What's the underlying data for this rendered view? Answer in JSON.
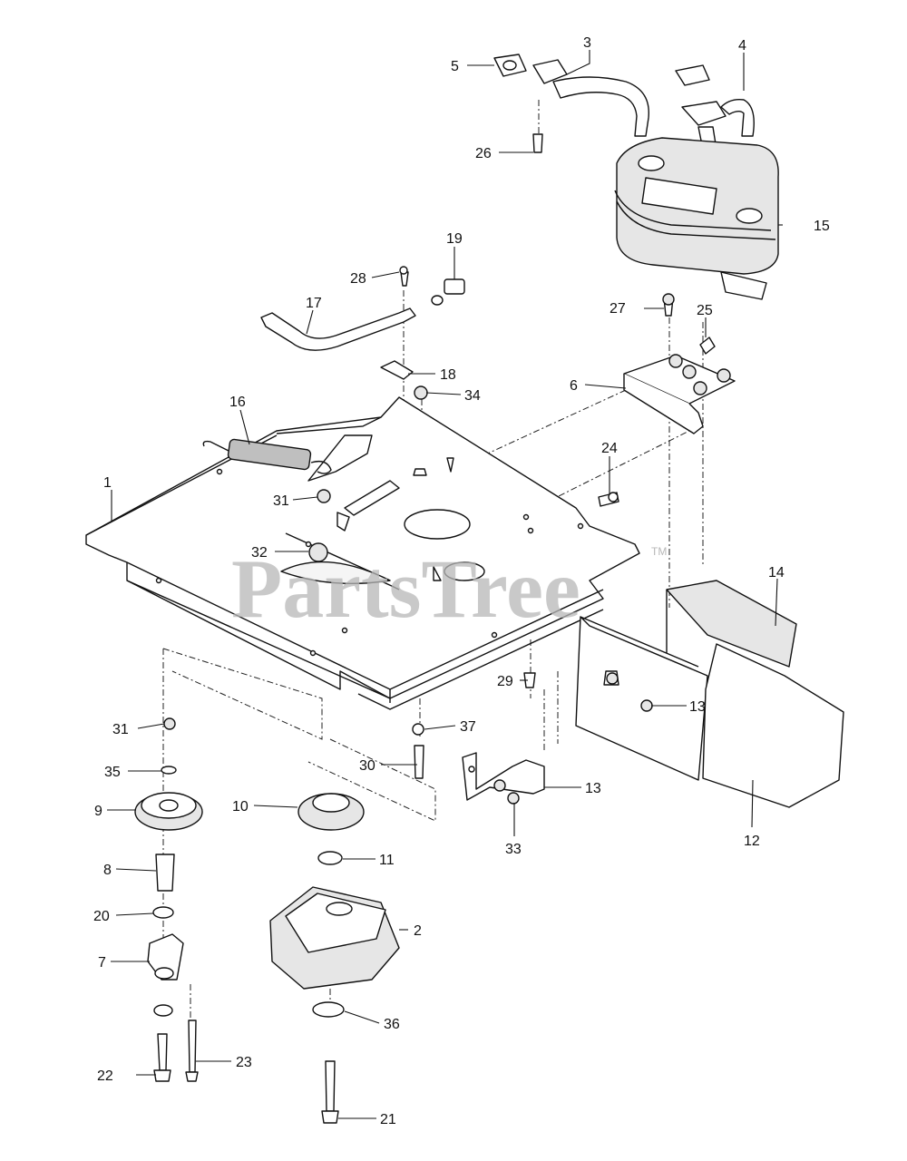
{
  "watermark": {
    "brand": "PartsTree",
    "trademark": "TM"
  },
  "callouts": [
    {
      "id": "c1",
      "text": "1"
    },
    {
      "id": "c2",
      "text": "2"
    },
    {
      "id": "c3",
      "text": "3"
    },
    {
      "id": "c4",
      "text": "4"
    },
    {
      "id": "c5",
      "text": "5"
    },
    {
      "id": "c6",
      "text": "6"
    },
    {
      "id": "c7",
      "text": "7"
    },
    {
      "id": "c8",
      "text": "8"
    },
    {
      "id": "c9",
      "text": "9"
    },
    {
      "id": "c10",
      "text": "10"
    },
    {
      "id": "c11",
      "text": "11"
    },
    {
      "id": "c12",
      "text": "12"
    },
    {
      "id": "c13a",
      "text": "13"
    },
    {
      "id": "c13b",
      "text": "13"
    },
    {
      "id": "c14",
      "text": "14"
    },
    {
      "id": "c15",
      "text": "15"
    },
    {
      "id": "c16",
      "text": "16"
    },
    {
      "id": "c17",
      "text": "17"
    },
    {
      "id": "c18",
      "text": "18"
    },
    {
      "id": "c19",
      "text": "19"
    },
    {
      "id": "c20",
      "text": "20"
    },
    {
      "id": "c21",
      "text": "21"
    },
    {
      "id": "c22",
      "text": "22"
    },
    {
      "id": "c23",
      "text": "23"
    },
    {
      "id": "c24",
      "text": "24"
    },
    {
      "id": "c25",
      "text": "25"
    },
    {
      "id": "c26",
      "text": "26"
    },
    {
      "id": "c27",
      "text": "27"
    },
    {
      "id": "c28",
      "text": "28"
    },
    {
      "id": "c29",
      "text": "29"
    },
    {
      "id": "c30",
      "text": "30"
    },
    {
      "id": "c31a",
      "text": "31"
    },
    {
      "id": "c31b",
      "text": "31"
    },
    {
      "id": "c32",
      "text": "32"
    },
    {
      "id": "c33",
      "text": "33"
    },
    {
      "id": "c34",
      "text": "34"
    },
    {
      "id": "c35",
      "text": "35"
    },
    {
      "id": "c36",
      "text": "36"
    },
    {
      "id": "c37",
      "text": "37"
    }
  ]
}
